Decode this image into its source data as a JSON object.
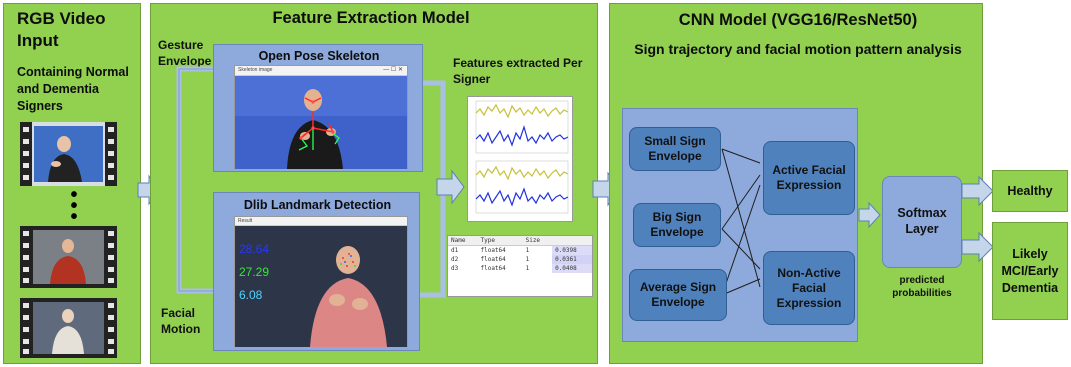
{
  "colors": {
    "panel_green": "#92d050",
    "node_blue": "#4f81bd",
    "inner_blue": "#8eaadc",
    "arrow_fill": "#c5d5ea",
    "arrow_stroke": "#5b7fb5"
  },
  "input": {
    "title": "RGB Video Input",
    "subtitle": "Containing Normal and Dementia Signers",
    "dots": "•\n•\n•"
  },
  "feature": {
    "title": "Feature Extraction Model",
    "gesture_label": "Gesture Envelope",
    "facial_label": "Facial Motion",
    "openpose_title": "Open Pose Skeleton",
    "openpose_window_title": "Skeleton image",
    "dlib_title": "Dlib Landmark Detection",
    "dlib_window_title": "Result",
    "dlib_values": [
      "28.64",
      "27.29",
      "6.08"
    ],
    "dlib_value_colors": [
      "#2b35ff",
      "#35e835",
      "#4fd3ff"
    ],
    "features_label": "Features extracted Per Signer",
    "table": {
      "headers": [
        "Name",
        "Type",
        "Size",
        ""
      ],
      "rows": [
        [
          "d1",
          "float64",
          "1",
          "0.0398"
        ],
        [
          "d2",
          "float64",
          "1",
          "0.0361"
        ],
        [
          "d3",
          "float64",
          "1",
          "0.0408"
        ]
      ]
    }
  },
  "cnn": {
    "title": "CNN Model (VGG16/ResNet50)",
    "subtitle": "Sign trajectory and facial motion pattern analysis",
    "inputs": [
      "Small Sign Envelope",
      "Big Sign Envelope",
      "Average Sign Envelope"
    ],
    "hidden": [
      "Active Facial Expression",
      "Non-Active Facial Expression"
    ],
    "softmax": "Softmax Layer",
    "predicted": "predicted probabilities"
  },
  "outputs": [
    "Healthy",
    "Likely MCI/Early Dementia"
  ]
}
